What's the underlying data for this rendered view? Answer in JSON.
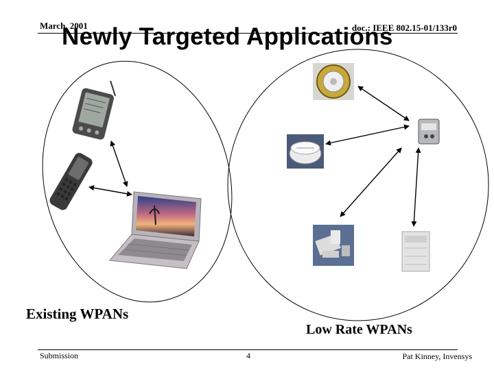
{
  "header": {
    "date": "March, 2001",
    "doc_id": "doc.: IEEE 802.15-01/133r0"
  },
  "title": "Newly Targeted Applications",
  "labels": {
    "existing": "Existing WPANs",
    "low_rate": "Low Rate WPANs"
  },
  "footer": {
    "left": "Submission",
    "page": "4",
    "author": "Pat Kinney, Invensys"
  },
  "icons": [
    "pda-icon",
    "cell-phone-icon",
    "laptop-icon",
    "thermostat-icon",
    "smoke-detector-icon",
    "remote-sensor-icon",
    "industrial-controls-icon",
    "appliance-cabinet-icon"
  ]
}
